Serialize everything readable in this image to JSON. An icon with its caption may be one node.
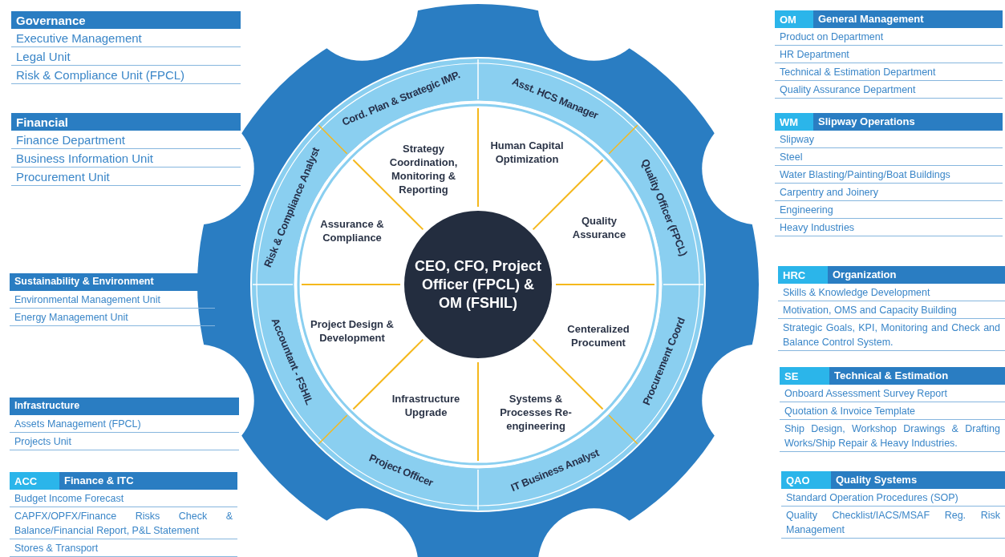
{
  "diagram": {
    "nodes": [
      {
        "text": [
          "CEO, CFO, Project Officer (FPCL) & OM (FSHIL)"
        ]
      },
      {
        "text": [
          "Strategy Coordination, Monitoring & Reporting"
        ]
      },
      {
        "text": [
          "Human Capital Optimization"
        ]
      },
      {
        "text": [
          "Quality Assurance"
        ]
      },
      {
        "text": [
          "Centeralized Procument"
        ]
      },
      {
        "text": [
          "Systems & Processes Re-engineering"
        ]
      },
      {
        "text": [
          "Infrastructure Upgrade"
        ]
      },
      {
        "text": [
          "Project Design & Development"
        ]
      },
      {
        "text": [
          "Assurance & Compliance"
        ]
      },
      {
        "text": [
          "Cord. Plan & Strategic IMP."
        ]
      },
      {
        "text": [
          "Asst. HCS Manager"
        ]
      },
      {
        "text": [
          "Quality Officer (FPCL)"
        ]
      },
      {
        "text": [
          "Procurement Coord"
        ]
      },
      {
        "text": [
          "IT Business Analyst"
        ]
      },
      {
        "text": [
          "Project Officer"
        ]
      },
      {
        "text": [
          "Accountant - FSHIL"
        ]
      },
      {
        "text": [
          "Risk & Compliance Analyst"
        ]
      },
      {
        "text": [
          "Governance"
        ]
      },
      {
        "text": [
          "Executive Management"
        ]
      },
      {
        "text": [
          "Legal Unit"
        ]
      },
      {
        "text": [
          "Risk & Compliance Unit (FPCL)"
        ]
      },
      {
        "text": [
          "Financial"
        ]
      },
      {
        "text": [
          "Finance Department"
        ]
      },
      {
        "text": [
          "Business Information Unit"
        ]
      },
      {
        "text": [
          "Procurement Unit"
        ]
      },
      {
        "text": [
          "Sustainability & Environment"
        ]
      },
      {
        "text": [
          "Environmental Management Unit"
        ]
      },
      {
        "text": [
          "Energy Management Unit"
        ]
      },
      {
        "text": [
          "Infrastructure"
        ]
      },
      {
        "text": [
          "Assets Management (FPCL)"
        ]
      },
      {
        "text": [
          "Projects Unit"
        ]
      },
      {
        "text": [
          "ACC",
          "Finance & ITC"
        ]
      },
      {
        "text": [
          "Budget Income Forecast"
        ]
      },
      {
        "text": [
          "CAPFX/OPFX/Finance Risks Check & Balance/Financial Report, P&L Statement"
        ]
      },
      {
        "text": [
          "Stores & Transport"
        ]
      },
      {
        "text": [
          "OM",
          "General Management"
        ]
      },
      {
        "text": [
          "Product on Department"
        ]
      },
      {
        "text": [
          "HR Department"
        ]
      },
      {
        "text": [
          "Technical & Estimation Department"
        ]
      },
      {
        "text": [
          "Quality Assurance Department"
        ]
      },
      {
        "text": [
          "WM",
          "Slipway Operations"
        ]
      },
      {
        "text": [
          "Slipway"
        ]
      },
      {
        "text": [
          "Steel"
        ]
      },
      {
        "text": [
          "Water Blasting/Painting/Boat Buildings"
        ]
      },
      {
        "text": [
          "Carpentry and Joinery"
        ]
      },
      {
        "text": [
          "Engineering"
        ]
      },
      {
        "text": [
          "Heavy Industries"
        ]
      },
      {
        "text": [
          "HRC",
          "Organization"
        ]
      },
      {
        "text": [
          "Skills & Knowledge Development"
        ]
      },
      {
        "text": [
          "Motivation, OMS and Capacity Building"
        ]
      },
      {
        "text": [
          "Strategic Goals, KPI, Monitoring and Check and Balance Control System."
        ]
      },
      {
        "text": [
          "SE",
          "Technical & Estimation"
        ]
      },
      {
        "text": [
          "Onboard Assessment Survey Report"
        ]
      },
      {
        "text": [
          "Quotation & Invoice Template"
        ]
      },
      {
        "text": [
          "Ship Design, Workshop Drawings & Drafting Works/Ship Repair & Heavy Industries."
        ]
      },
      {
        "text": [
          "QAO",
          "Quality Systems"
        ]
      },
      {
        "text": [
          "Standard Operation Procedures (SOP)"
        ]
      },
      {
        "text": [
          "Quality Checklist/IACS/MSAF Reg. Risk Management"
        ]
      }
    ]
  }
}
